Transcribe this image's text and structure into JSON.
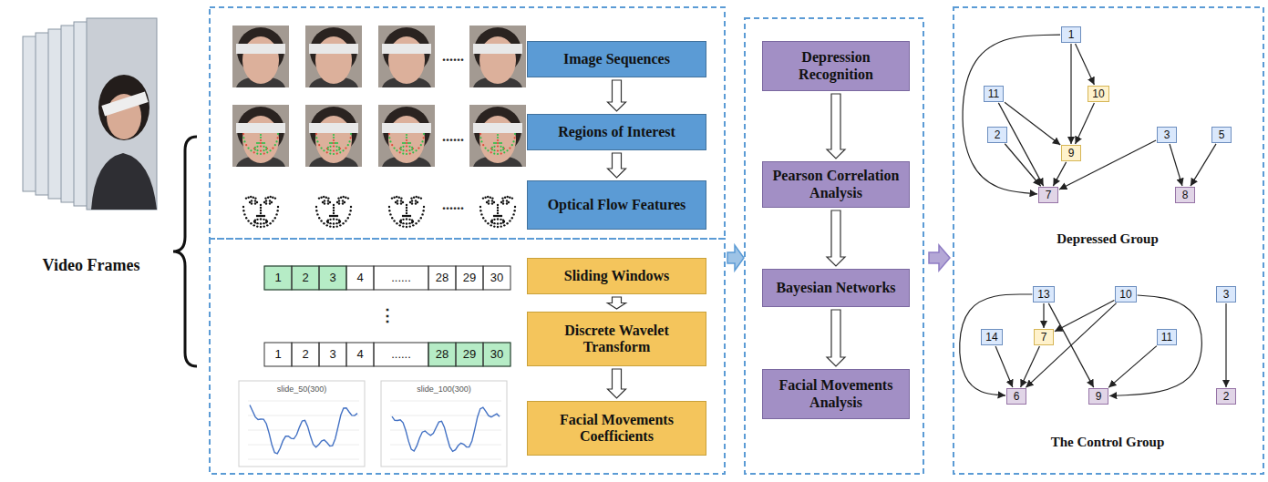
{
  "diagram": {
    "nodes": [
      {
        "text": [
          "Image Sequences"
        ]
      },
      {
        "text": [
          "Regions of Interest"
        ]
      },
      {
        "text": [
          "Optical Flow Features"
        ]
      },
      {
        "text": [
          "Sliding Windows"
        ]
      },
      {
        "text": [
          "Discrete Wavelet Transform"
        ]
      },
      {
        "text": [
          "Facial Movements Coefficients"
        ]
      },
      {
        "text": [
          "Depression Recognition"
        ]
      },
      {
        "text": [
          "Pearson Correlation Analysis"
        ]
      },
      {
        "text": [
          "Bayesian Networks"
        ]
      },
      {
        "text": [
          "Facial Movements Analysis"
        ]
      },
      {
        "text": [
          "1"
        ]
      },
      {
        "text": [
          "11"
        ]
      },
      {
        "text": [
          "10"
        ]
      },
      {
        "text": [
          "2"
        ]
      },
      {
        "text": [
          "9"
        ]
      },
      {
        "text": [
          "3"
        ]
      },
      {
        "text": [
          "5"
        ]
      },
      {
        "text": [
          "7"
        ]
      },
      {
        "text": [
          "8"
        ]
      },
      {
        "text": [
          "13"
        ]
      },
      {
        "text": [
          "10"
        ]
      },
      {
        "text": [
          "3"
        ]
      },
      {
        "text": [
          "14"
        ]
      },
      {
        "text": [
          "7"
        ]
      },
      {
        "text": [
          "11"
        ]
      },
      {
        "text": [
          "6"
        ]
      },
      {
        "text": [
          "9"
        ]
      },
      {
        "text": [
          "2"
        ]
      }
    ],
    "edges": [
      {
        "from": 0,
        "to": 1,
        "arrow": "to"
      },
      {
        "from": 1,
        "to": 2,
        "arrow": "to"
      },
      {
        "from": 3,
        "to": 4,
        "arrow": "to"
      },
      {
        "from": 4,
        "to": 5,
        "arrow": "to"
      },
      {
        "from": 6,
        "to": 7,
        "arrow": "to"
      },
      {
        "from": 7,
        "to": 8,
        "arrow": "to"
      },
      {
        "from": 8,
        "to": 9,
        "arrow": "to"
      },
      {
        "from": 10,
        "to": 12,
        "arrow": "to"
      },
      {
        "from": 10,
        "to": 14,
        "arrow": "to"
      },
      {
        "from": 10,
        "to": 17,
        "arrow": "to"
      },
      {
        "from": 11,
        "to": 14,
        "arrow": "to"
      },
      {
        "from": 11,
        "to": 17,
        "arrow": "to"
      },
      {
        "from": 12,
        "to": 14,
        "arrow": "to"
      },
      {
        "from": 13,
        "to": 17,
        "arrow": "to"
      },
      {
        "from": 14,
        "to": 17,
        "arrow": "to"
      },
      {
        "from": 15,
        "to": 17,
        "arrow": "to"
      },
      {
        "from": 15,
        "to": 18,
        "arrow": "to"
      },
      {
        "from": 16,
        "to": 18,
        "arrow": "to"
      },
      {
        "from": 19,
        "to": 23,
        "arrow": "to"
      },
      {
        "from": 19,
        "to": 25,
        "arrow": "to"
      },
      {
        "from": 19,
        "to": 26,
        "arrow": "to"
      },
      {
        "from": 20,
        "to": 23,
        "arrow": "to"
      },
      {
        "from": 20,
        "to": 25,
        "arrow": "to"
      },
      {
        "from": 20,
        "to": 26,
        "arrow": "to"
      },
      {
        "from": 22,
        "to": 25,
        "arrow": "to"
      },
      {
        "from": 23,
        "to": 25,
        "arrow": "to"
      },
      {
        "from": 24,
        "to": 26,
        "arrow": "to"
      },
      {
        "from": 21,
        "to": 27,
        "arrow": "to"
      }
    ],
    "labels": [
      "Video Frames",
      "......",
      "......",
      "......",
      "1",
      "2",
      "3",
      "4",
      "......",
      "28",
      "29",
      "30",
      "⋮",
      "1",
      "2",
      "3",
      "4",
      "......",
      "28",
      "29",
      "30",
      "slide_50(300)",
      "slide_100(300)",
      "Depressed Group",
      "The Control Group"
    ]
  }
}
